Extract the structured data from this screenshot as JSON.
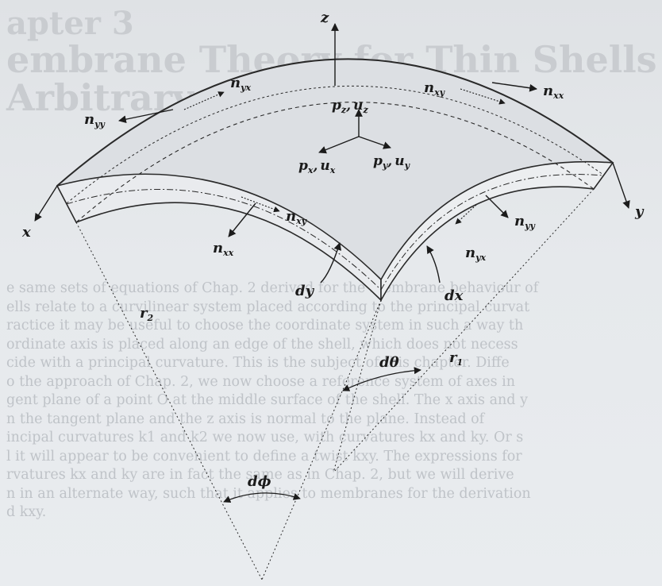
{
  "page": {
    "chapter": "apter 3",
    "title_line1": "embrane Theory for Thin Shells",
    "title_line2": "Arbitrary Curvature",
    "body_lines": [
      "e same sets of equations of Chap. 2 derived for the membrane behaviour of",
      "ells relate to a curvilinear system placed according to the principal curvat",
      "ractice it may be useful to choose the coordinate system in such a way th",
      "ordinate axis is placed along an edge of the shell, which does not necess",
      "cide with a principal curvature. This is the subject of this chapter. Diffe",
      "o the approach of Chap. 2, we now choose a reference system of axes in",
      "gent plane of a point O at the middle surface of the shell. The x axis and y",
      "n the tangent plane and the z axis is normal to the plane. Instead of",
      "incipal curvatures k1 and k2 we now use, with curvatures kx and ky. Or s",
      "l it will appear to be convenient to define a twist kxy. The expressions for",
      "rvatures kx and ky are in fact the same as in Chap. 2, but we will derive",
      "n in an alternate way, such that it applies to membranes for the derivation",
      "d kxy."
    ]
  },
  "diagram": {
    "axes": {
      "x": "x",
      "y": "y",
      "z": "z"
    },
    "forces": [
      {
        "id": "nyy-left",
        "main": "n",
        "sub": "yy"
      },
      {
        "id": "nyx-top",
        "main": "n",
        "sub": "yx"
      },
      {
        "id": "nxy-top",
        "main": "n",
        "sub": "xy"
      },
      {
        "id": "nxx-right",
        "main": "n",
        "sub": "xx"
      },
      {
        "id": "nxy-front",
        "main": "n",
        "sub": "xy"
      },
      {
        "id": "nxx-front",
        "main": "n",
        "sub": "xx"
      },
      {
        "id": "nyy-right",
        "main": "n",
        "sub": "yy"
      },
      {
        "id": "nyx-right",
        "main": "n",
        "sub": "yx"
      }
    ],
    "loads": [
      {
        "id": "pz-uz",
        "p": "p",
        "p_sub": "z",
        "u": "u",
        "u_sub": "z"
      },
      {
        "id": "px-ux",
        "p": "p",
        "p_sub": "x",
        "u": "u",
        "u_sub": "x"
      },
      {
        "id": "py-uy",
        "p": "p",
        "p_sub": "y",
        "u": "u",
        "u_sub": "y"
      }
    ],
    "increments": {
      "dy": "dy",
      "dx": "dx",
      "dtheta": "dθ",
      "dphi": "dϕ"
    },
    "radii": [
      {
        "id": "r2",
        "main": "r",
        "sub": "2"
      },
      {
        "id": "r1",
        "main": "r",
        "sub": "1"
      }
    ],
    "separator": ","
  }
}
